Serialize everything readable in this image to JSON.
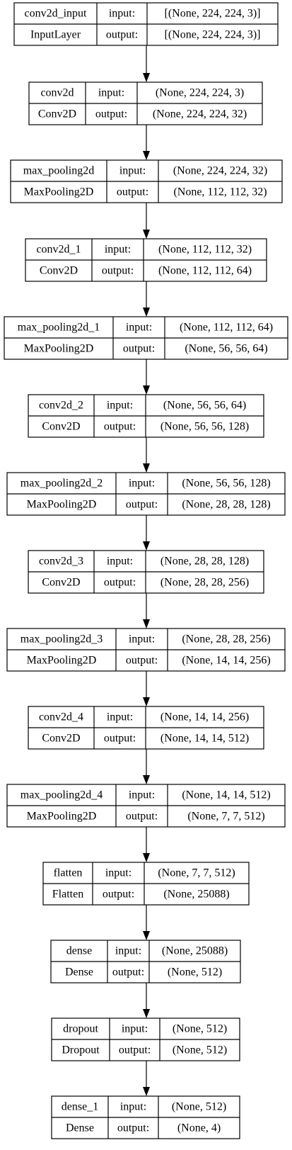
{
  "labels": {
    "input": "input:",
    "output": "output:"
  },
  "layers": [
    {
      "name": "conv2d_input",
      "type": "InputLayer",
      "input": "[(None, 224, 224, 3)]",
      "output": "[(None, 224, 224, 3)]"
    },
    {
      "name": "conv2d",
      "type": "Conv2D",
      "input": "(None, 224, 224, 3)",
      "output": "(None, 224, 224, 32)"
    },
    {
      "name": "max_pooling2d",
      "type": "MaxPooling2D",
      "input": "(None, 224, 224, 32)",
      "output": "(None, 112, 112, 32)"
    },
    {
      "name": "conv2d_1",
      "type": "Conv2D",
      "input": "(None, 112, 112, 32)",
      "output": "(None, 112, 112, 64)"
    },
    {
      "name": "max_pooling2d_1",
      "type": "MaxPooling2D",
      "input": "(None, 112, 112, 64)",
      "output": "(None, 56, 56, 64)"
    },
    {
      "name": "conv2d_2",
      "type": "Conv2D",
      "input": "(None, 56, 56, 64)",
      "output": "(None, 56, 56, 128)"
    },
    {
      "name": "max_pooling2d_2",
      "type": "MaxPooling2D",
      "input": "(None, 56, 56, 128)",
      "output": "(None, 28, 28, 128)"
    },
    {
      "name": "conv2d_3",
      "type": "Conv2D",
      "input": "(None, 28, 28, 128)",
      "output": "(None, 28, 28, 256)"
    },
    {
      "name": "max_pooling2d_3",
      "type": "MaxPooling2D",
      "input": "(None, 28, 28, 256)",
      "output": "(None, 14, 14, 256)"
    },
    {
      "name": "conv2d_4",
      "type": "Conv2D",
      "input": "(None, 14, 14, 256)",
      "output": "(None, 14, 14, 512)"
    },
    {
      "name": "max_pooling2d_4",
      "type": "MaxPooling2D",
      "input": "(None, 14, 14, 512)",
      "output": "(None, 7, 7, 512)"
    },
    {
      "name": "flatten",
      "type": "Flatten",
      "input": "(None, 7, 7, 512)",
      "output": "(None, 25088)"
    },
    {
      "name": "dense",
      "type": "Dense",
      "input": "(None, 25088)",
      "output": "(None, 512)"
    },
    {
      "name": "dropout",
      "type": "Dropout",
      "input": "(None, 512)",
      "output": "(None, 512)"
    },
    {
      "name": "dense_1",
      "type": "Dense",
      "input": "(None, 512)",
      "output": "(None, 4)"
    }
  ]
}
